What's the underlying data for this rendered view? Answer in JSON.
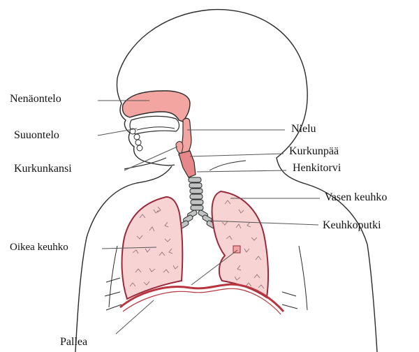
{
  "labels": {
    "nenaontelo": "Nenäontelo",
    "suuontelo": "Suuontelo",
    "kurkunkansi": "Kurkunkansi",
    "oikea_keuhko": "Oikea keuhko",
    "pallea": "Pallea",
    "nielu": "Nielu",
    "kurkunpaa": "Kurkunpää",
    "henkitorvi": "Henkitorvi",
    "vasen_keuhko": "Vasen keuhko",
    "keuhkoputki": "Keuhkoputki"
  },
  "colors": {
    "outline": "#2a2a2a",
    "airway_fill": "#f2a5a1",
    "lung_fill": "#f7d3d3",
    "lung_outline": "#9a2a3a",
    "diaphragm": "#b8343e",
    "bronchi_fill": "#bfc3c3",
    "leader_line": "#555555"
  }
}
